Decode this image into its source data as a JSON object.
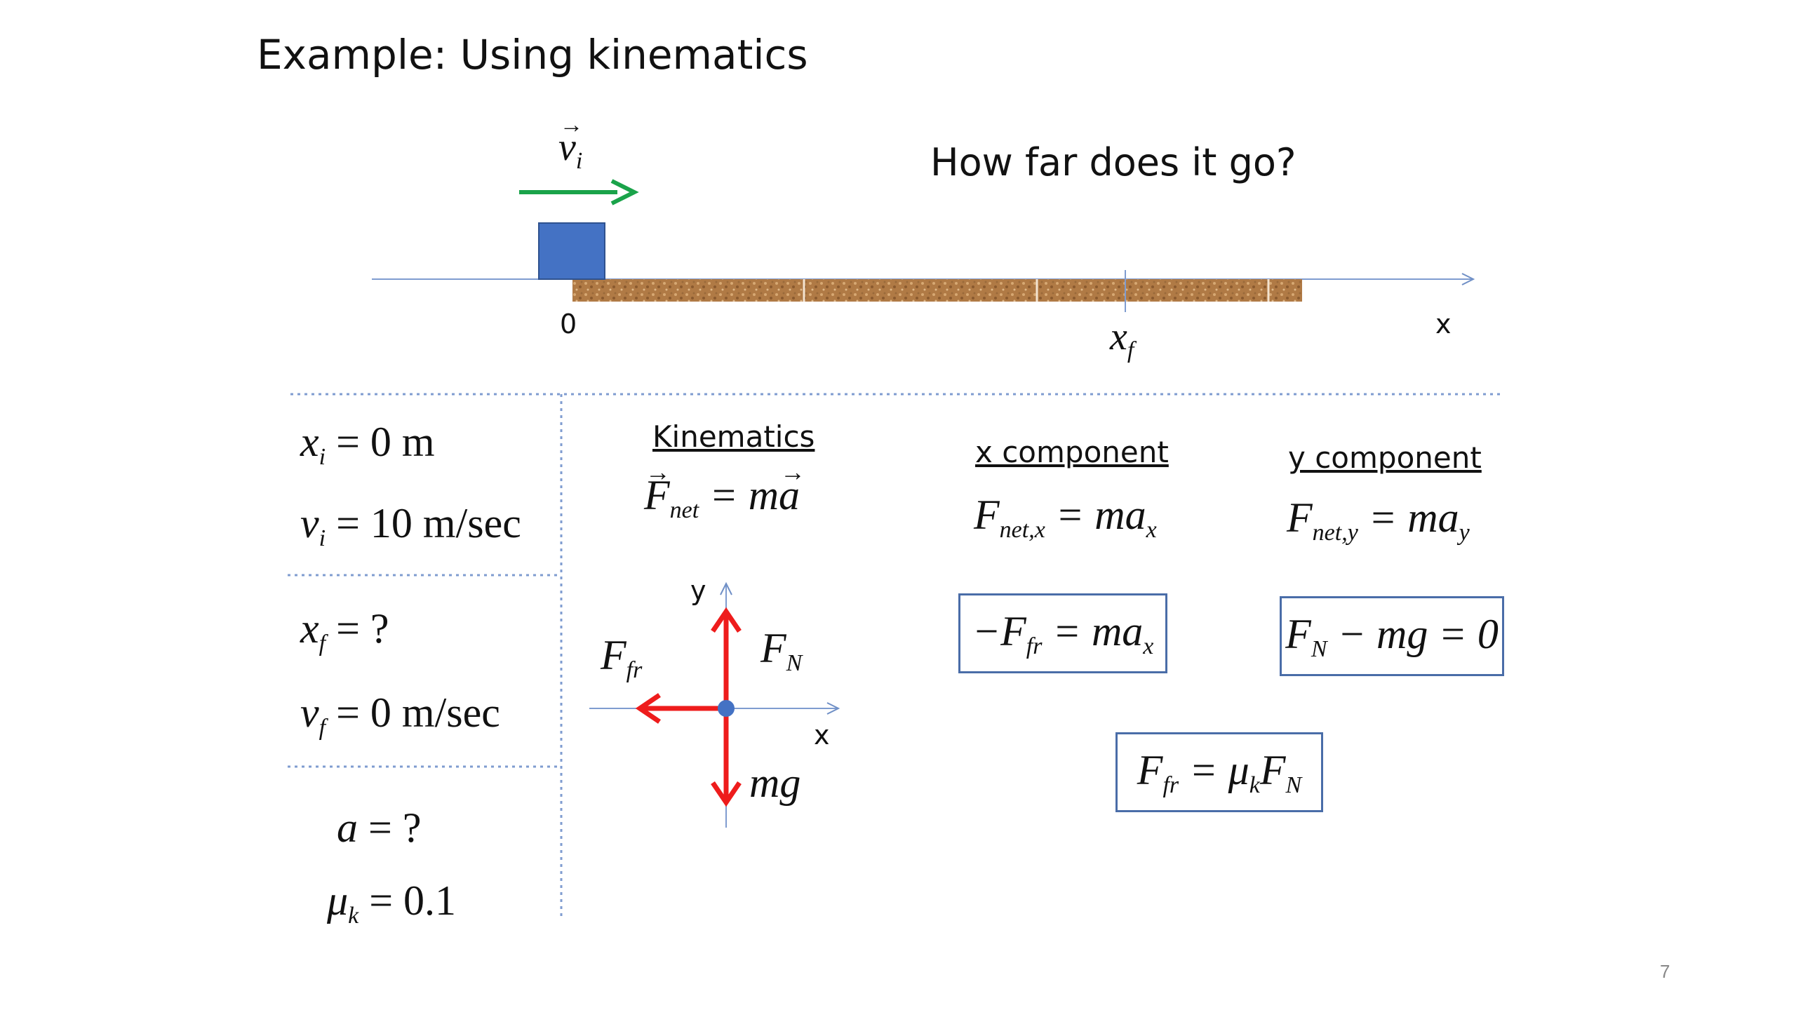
{
  "slide": {
    "title": "Example: Using kinematics",
    "question": "How far does it go?",
    "page_number": "7"
  },
  "top_diagram": {
    "origin_label": "0",
    "axis_label": "x",
    "final_pos_symbol": "x",
    "final_pos_sub": "f",
    "velocity_symbol": "v",
    "velocity_sub": "i",
    "block_color": "#4472c4",
    "arrow_color": "#1aa34a",
    "surface_color": "#b07a45"
  },
  "knowns": {
    "xi": {
      "sym": "x",
      "sub": "i",
      "rhs": "= 0 m"
    },
    "vi": {
      "sym": "v",
      "sub": "i",
      "rhs": "= 10 m/sec"
    },
    "xf": {
      "sym": "x",
      "sub": "f",
      "rhs": "= ?"
    },
    "vf": {
      "sym": "v",
      "sub": "f",
      "rhs": "= 0 m/sec"
    },
    "a": {
      "sym": "a",
      "rhs": "= ?"
    },
    "mu": {
      "sym": "μ",
      "sub": "k",
      "rhs": "= 0.1"
    }
  },
  "kinematics": {
    "heading": "Kinematics",
    "eq_lhs": "F",
    "eq_sub": "net",
    "eq_rhs": "= m",
    "eq_a": "a"
  },
  "fbd": {
    "y_label": "y",
    "x_label": "x",
    "ffr_sym": "F",
    "ffr_sub": "fr",
    "fn_sym": "F",
    "fn_sub": "N",
    "mg_label": "mg",
    "force_color": "#ee1c1c"
  },
  "x_component": {
    "heading": "x component",
    "eq_sym": "F",
    "eq_sub": "net,x",
    "eq_rhs": "= ma",
    "eq_rhs_sub": "x",
    "box_pre": "−F",
    "box_sub": "fr",
    "box_rhs": "= ma",
    "box_rhs_sub": "x"
  },
  "y_component": {
    "heading": "y component",
    "eq_sym": "F",
    "eq_sub": "net,y",
    "eq_rhs": "= ma",
    "eq_rhs_sub": "y",
    "box_pre": "F",
    "box_sub": "N",
    "box_rhs": "− mg = 0"
  },
  "friction": {
    "lhs": "F",
    "lhs_sub": "fr",
    "mid": "= μ",
    "mid_sub": "k",
    "rhs": "F",
    "rhs_sub": "N"
  }
}
